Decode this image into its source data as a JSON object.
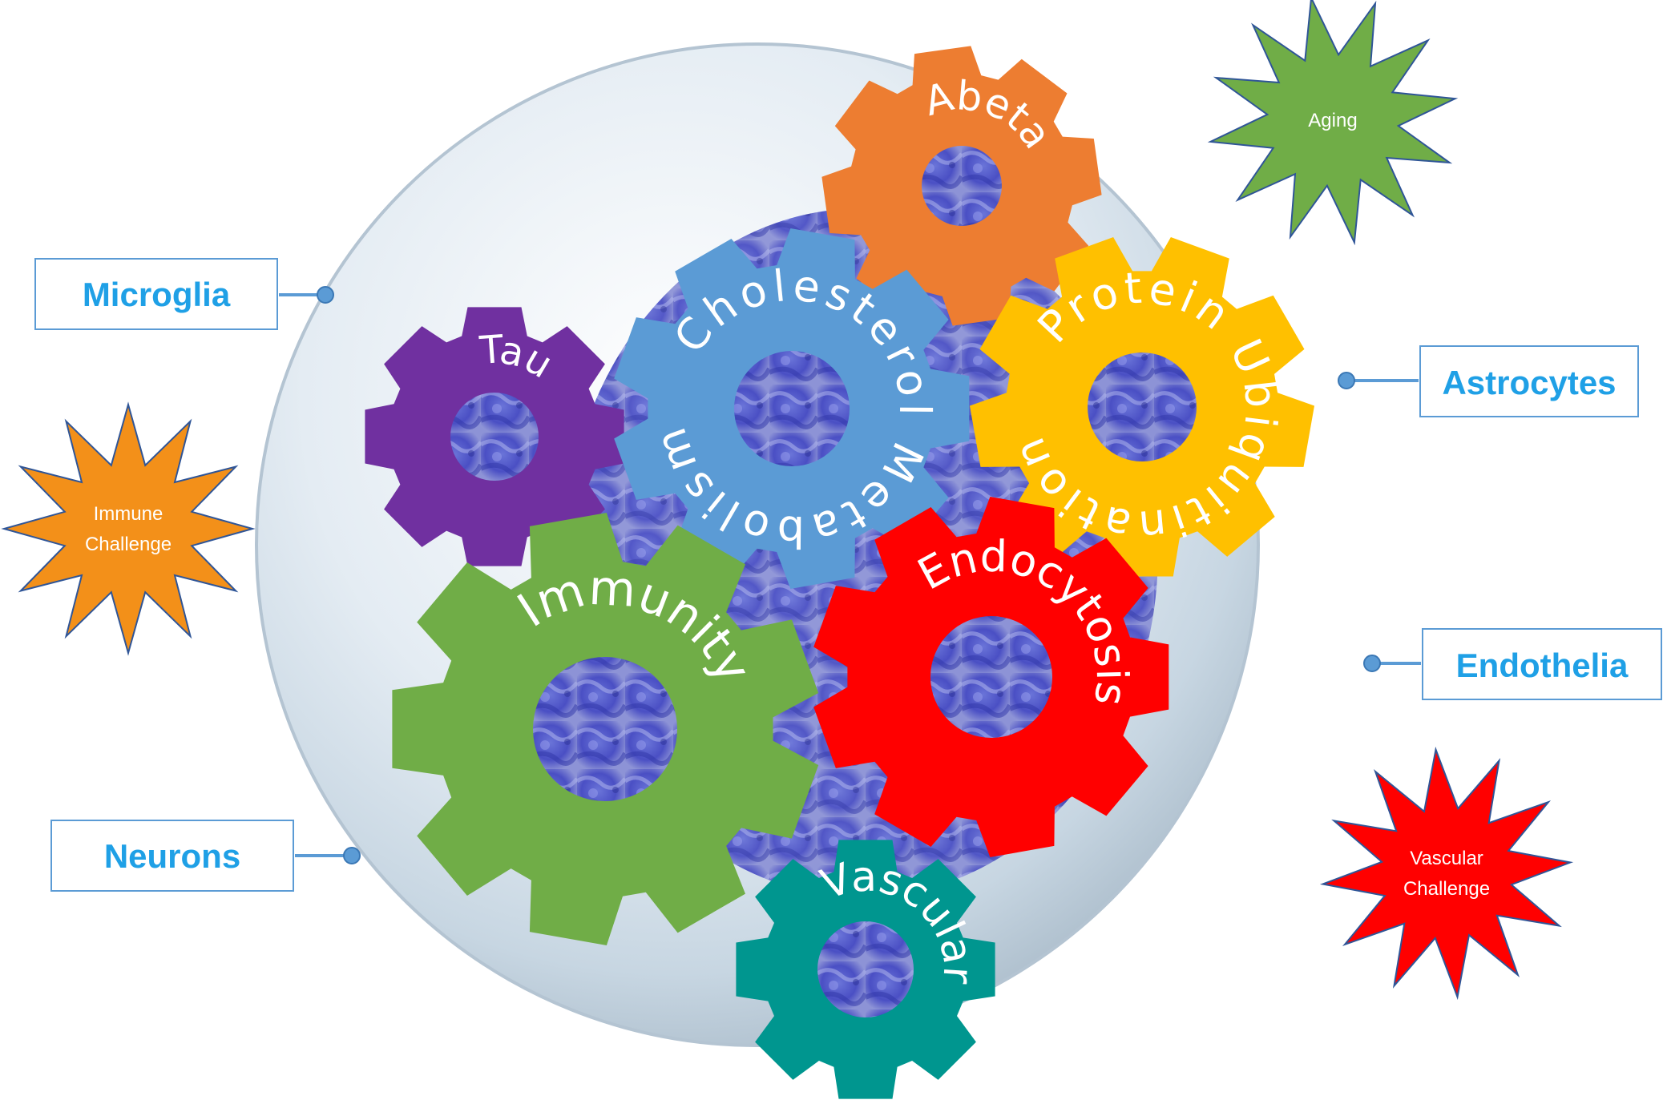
{
  "colors": {
    "label_text": "#1fa0e6",
    "connector": "#5b9bd5",
    "tau": "#7030a0",
    "cholesterol": "#5b9bd5",
    "abeta": "#ed7d31",
    "protein": "#ffc000",
    "immunity": "#70ad47",
    "endocytosis": "#ff0000",
    "vascular": "#00968f",
    "aging_star": "#70ad47",
    "immune_star": "#f39019",
    "vascular_star": "#ff0000"
  },
  "cell_types": [
    {
      "id": "microglia",
      "label": "Microglia"
    },
    {
      "id": "astrocytes",
      "label": "Astrocytes"
    },
    {
      "id": "endothelia",
      "label": "Endothelia"
    },
    {
      "id": "neurons",
      "label": "Neurons"
    }
  ],
  "gears": [
    {
      "id": "tau",
      "label": "Tau",
      "color": "#7030a0"
    },
    {
      "id": "cholesterol",
      "label": "Cholesterol Metabolism",
      "color": "#5b9bd5"
    },
    {
      "id": "abeta",
      "label": "Abeta",
      "color": "#ed7d31"
    },
    {
      "id": "protein",
      "label": "Protein Ubiquitination",
      "color": "#ffc000"
    },
    {
      "id": "immunity",
      "label": "Immunity",
      "color": "#70ad47"
    },
    {
      "id": "endocytosis",
      "label": "Endocytosis",
      "color": "#ff0000"
    },
    {
      "id": "vascular",
      "label": "Vascular",
      "color": "#00968f"
    }
  ],
  "challenges": [
    {
      "id": "aging",
      "lines": [
        "Aging"
      ],
      "color": "#70ad47"
    },
    {
      "id": "immune",
      "lines": [
        "Immune",
        "Challenge"
      ],
      "color": "#f39019"
    },
    {
      "id": "vascular",
      "lines": [
        "Vascular",
        "Challenge"
      ],
      "color": "#ff0000"
    }
  ]
}
